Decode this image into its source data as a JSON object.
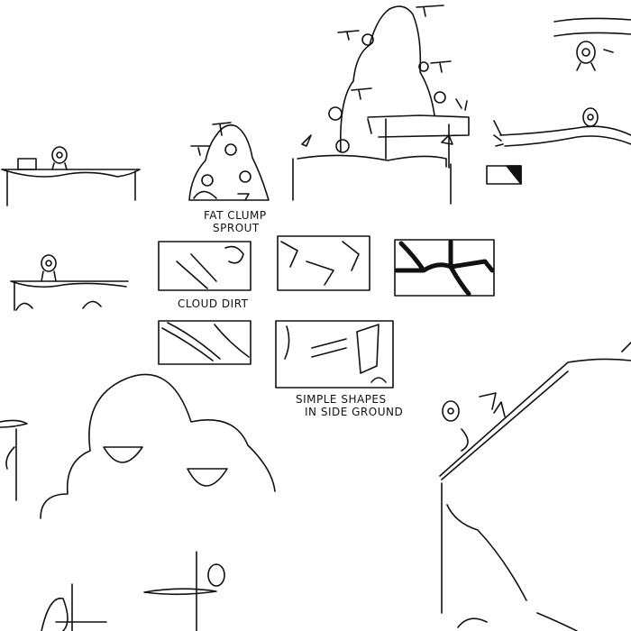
{
  "sketch": {
    "labels": {
      "fat_clump_sprout": [
        "FAT CLUMP",
        "SPROUT"
      ],
      "cloud_dirt": "CLOUD DIRT",
      "simple_shapes": [
        "SIMPLE SHAPES",
        "IN SIDE GROUND"
      ]
    }
  },
  "colors": {
    "ink": "#111111",
    "paper": "#ffffff"
  }
}
